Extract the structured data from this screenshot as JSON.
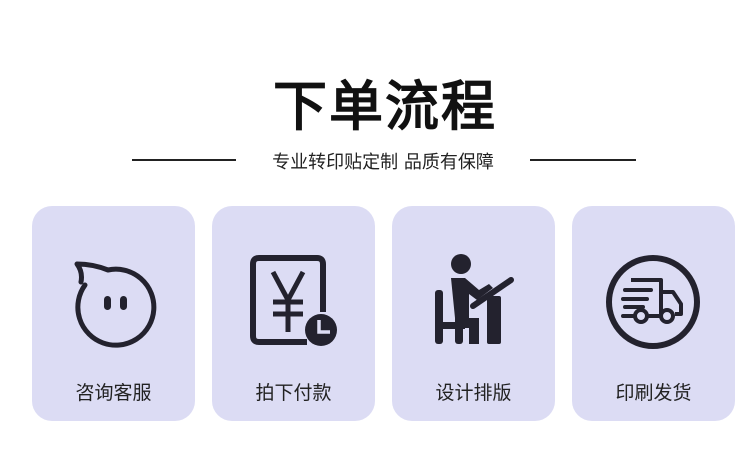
{
  "header": {
    "title": "下单流程",
    "subtitle": "专业转印贴定制 品质有保障"
  },
  "steps": [
    {
      "label": "咨询客服",
      "icon": "chat-bubble-face-icon"
    },
    {
      "label": "拍下付款",
      "icon": "yen-receipt-clock-icon"
    },
    {
      "label": "设计排版",
      "icon": "designer-at-desk-icon"
    },
    {
      "label": "印刷发货",
      "icon": "delivery-truck-icon"
    }
  ],
  "colors": {
    "card": "#dcdcf4",
    "icon": "#23222e"
  }
}
